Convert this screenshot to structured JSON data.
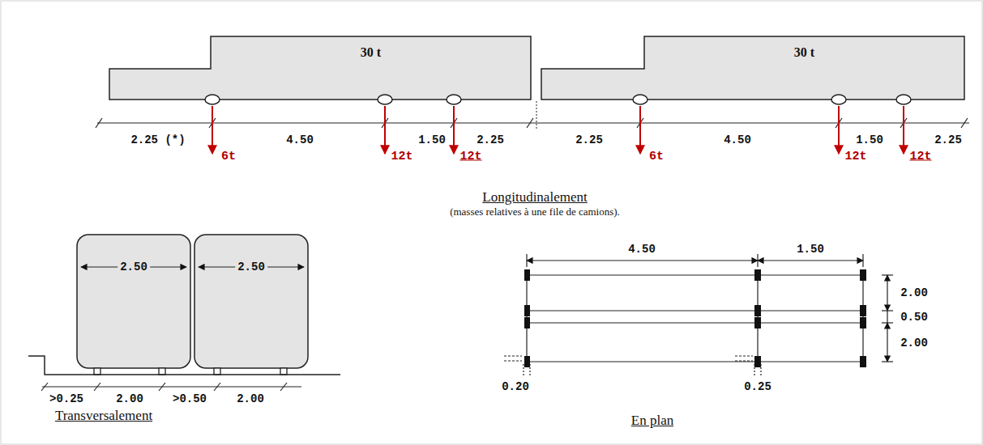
{
  "diagram": {
    "nodes": [
      {
        "text": [
          "30 t"
        ]
      },
      {
        "text": [
          "30 t"
        ]
      }
    ],
    "labels": [
      "2.25 (*)",
      "4.50",
      "1.50",
      "2.25",
      "2.25",
      "4.50",
      "1.50",
      "2.25",
      "6t",
      "12t",
      "12t",
      "6t",
      "12t",
      "12t",
      "Longitudinalement",
      "(masses relatives à une file de camions).",
      "2.50",
      "2.50",
      ">0.25",
      "2.00",
      ">0.50",
      "2.00",
      "Transversalement",
      "4.50",
      "1.50",
      "2.00",
      "0.50",
      "2.00",
      "0.20",
      "0.25",
      "En plan"
    ]
  }
}
